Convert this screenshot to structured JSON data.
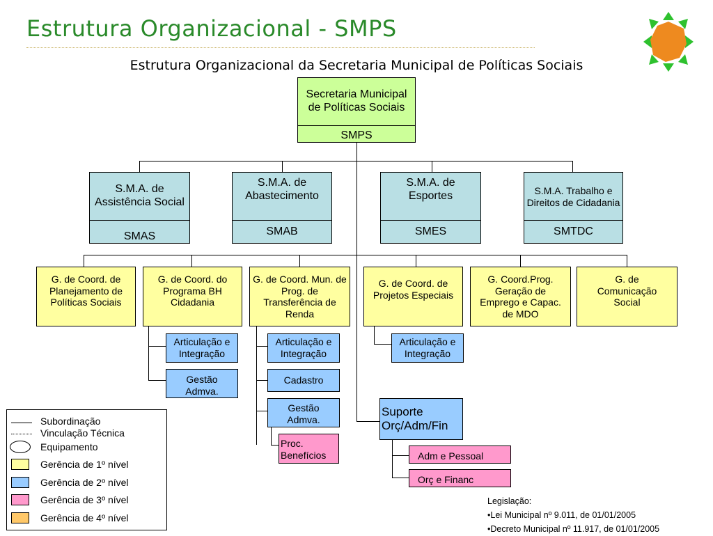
{
  "header": {
    "title": "Estrutura Organizacional - SMPS",
    "subtitle": "Estrutura Organizacional da Secretaria Municipal de Políticas Sociais"
  },
  "root": {
    "name": "Secretaria Municipal de Políticas Sociais",
    "code": "SMPS"
  },
  "secretariats": [
    {
      "name": "S.M.A. de Assistência Social",
      "code": "SMAS"
    },
    {
      "name": "S.M.A. de Abastecimento",
      "code": "SMAB"
    },
    {
      "name": "S.M.A. de Esportes",
      "code": "SMES"
    },
    {
      "name": "S.M.A. Trabalho e Direitos de Cidadania",
      "code": "SMTDC"
    }
  ],
  "managements": [
    "G. de Coord. de Planejamento de Políticas Sociais",
    "G. de Coord. do Programa BH Cidadania",
    "G. de Coord. Mun. de Prog. de Transferência de Renda",
    "G. de Coord. de Projetos Especiais",
    "G. Coord.Prog. Geração de Emprego e Capac. de MDO",
    "G. de Comunicação Social"
  ],
  "units": {
    "bh_articulacao": "Articulação e Integração",
    "bh_gestao": "Gestão Admva.",
    "renda_articulacao": "Articulação e Integração",
    "renda_cadastro": "Cadastro",
    "renda_gestao": "Gestão Admva.",
    "renda_proc": "Proc. Benefícios",
    "projetos_articulacao": "Articulação e Integração",
    "suporte": "Suporte Orç/Adm/Fin",
    "adm_pessoal": "Adm e Pessoal",
    "orc_financ": "Orç e Financ"
  },
  "legend": {
    "subordinacao": "Subordinação",
    "vinculacao": "Vinculação Técnica",
    "equipamento": "Equipamento",
    "nivel1": "Gerência de 1º nível",
    "nivel2": "Gerência de 2º nível",
    "nivel3": "Gerência de 3º nível",
    "nivel4": "Gerência de 4º nível"
  },
  "legislation": {
    "heading": "Legislação:",
    "law": "•Lei Municipal nº 9.011, de 01/01/2005",
    "decree": "•Decreto Municipal nº 11.917, de 01/01/2005"
  },
  "colors": {
    "title": "#2a8a2a",
    "root": "#ccff99",
    "secretariat": "#b9dfe4",
    "level1": "#ffffa0",
    "level2": "#99ccff",
    "level3": "#ff99cc",
    "level4": "#ffc869"
  }
}
